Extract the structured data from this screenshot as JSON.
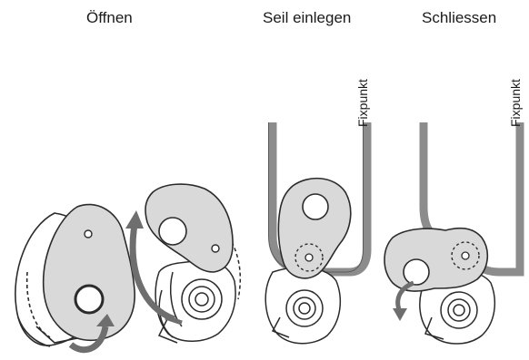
{
  "steps": [
    {
      "title": "Öffnen"
    },
    {
      "title": "Seil einlegen",
      "anchor_label": "Fixpunkt"
    },
    {
      "title": "Schliessen",
      "anchor_label": "Fixpunkt"
    }
  ],
  "colors": {
    "plate": "#d9d9d9",
    "rope": "#8c8c8c",
    "outline": "#2b2b2b",
    "arrow": "#6e6e6e"
  }
}
